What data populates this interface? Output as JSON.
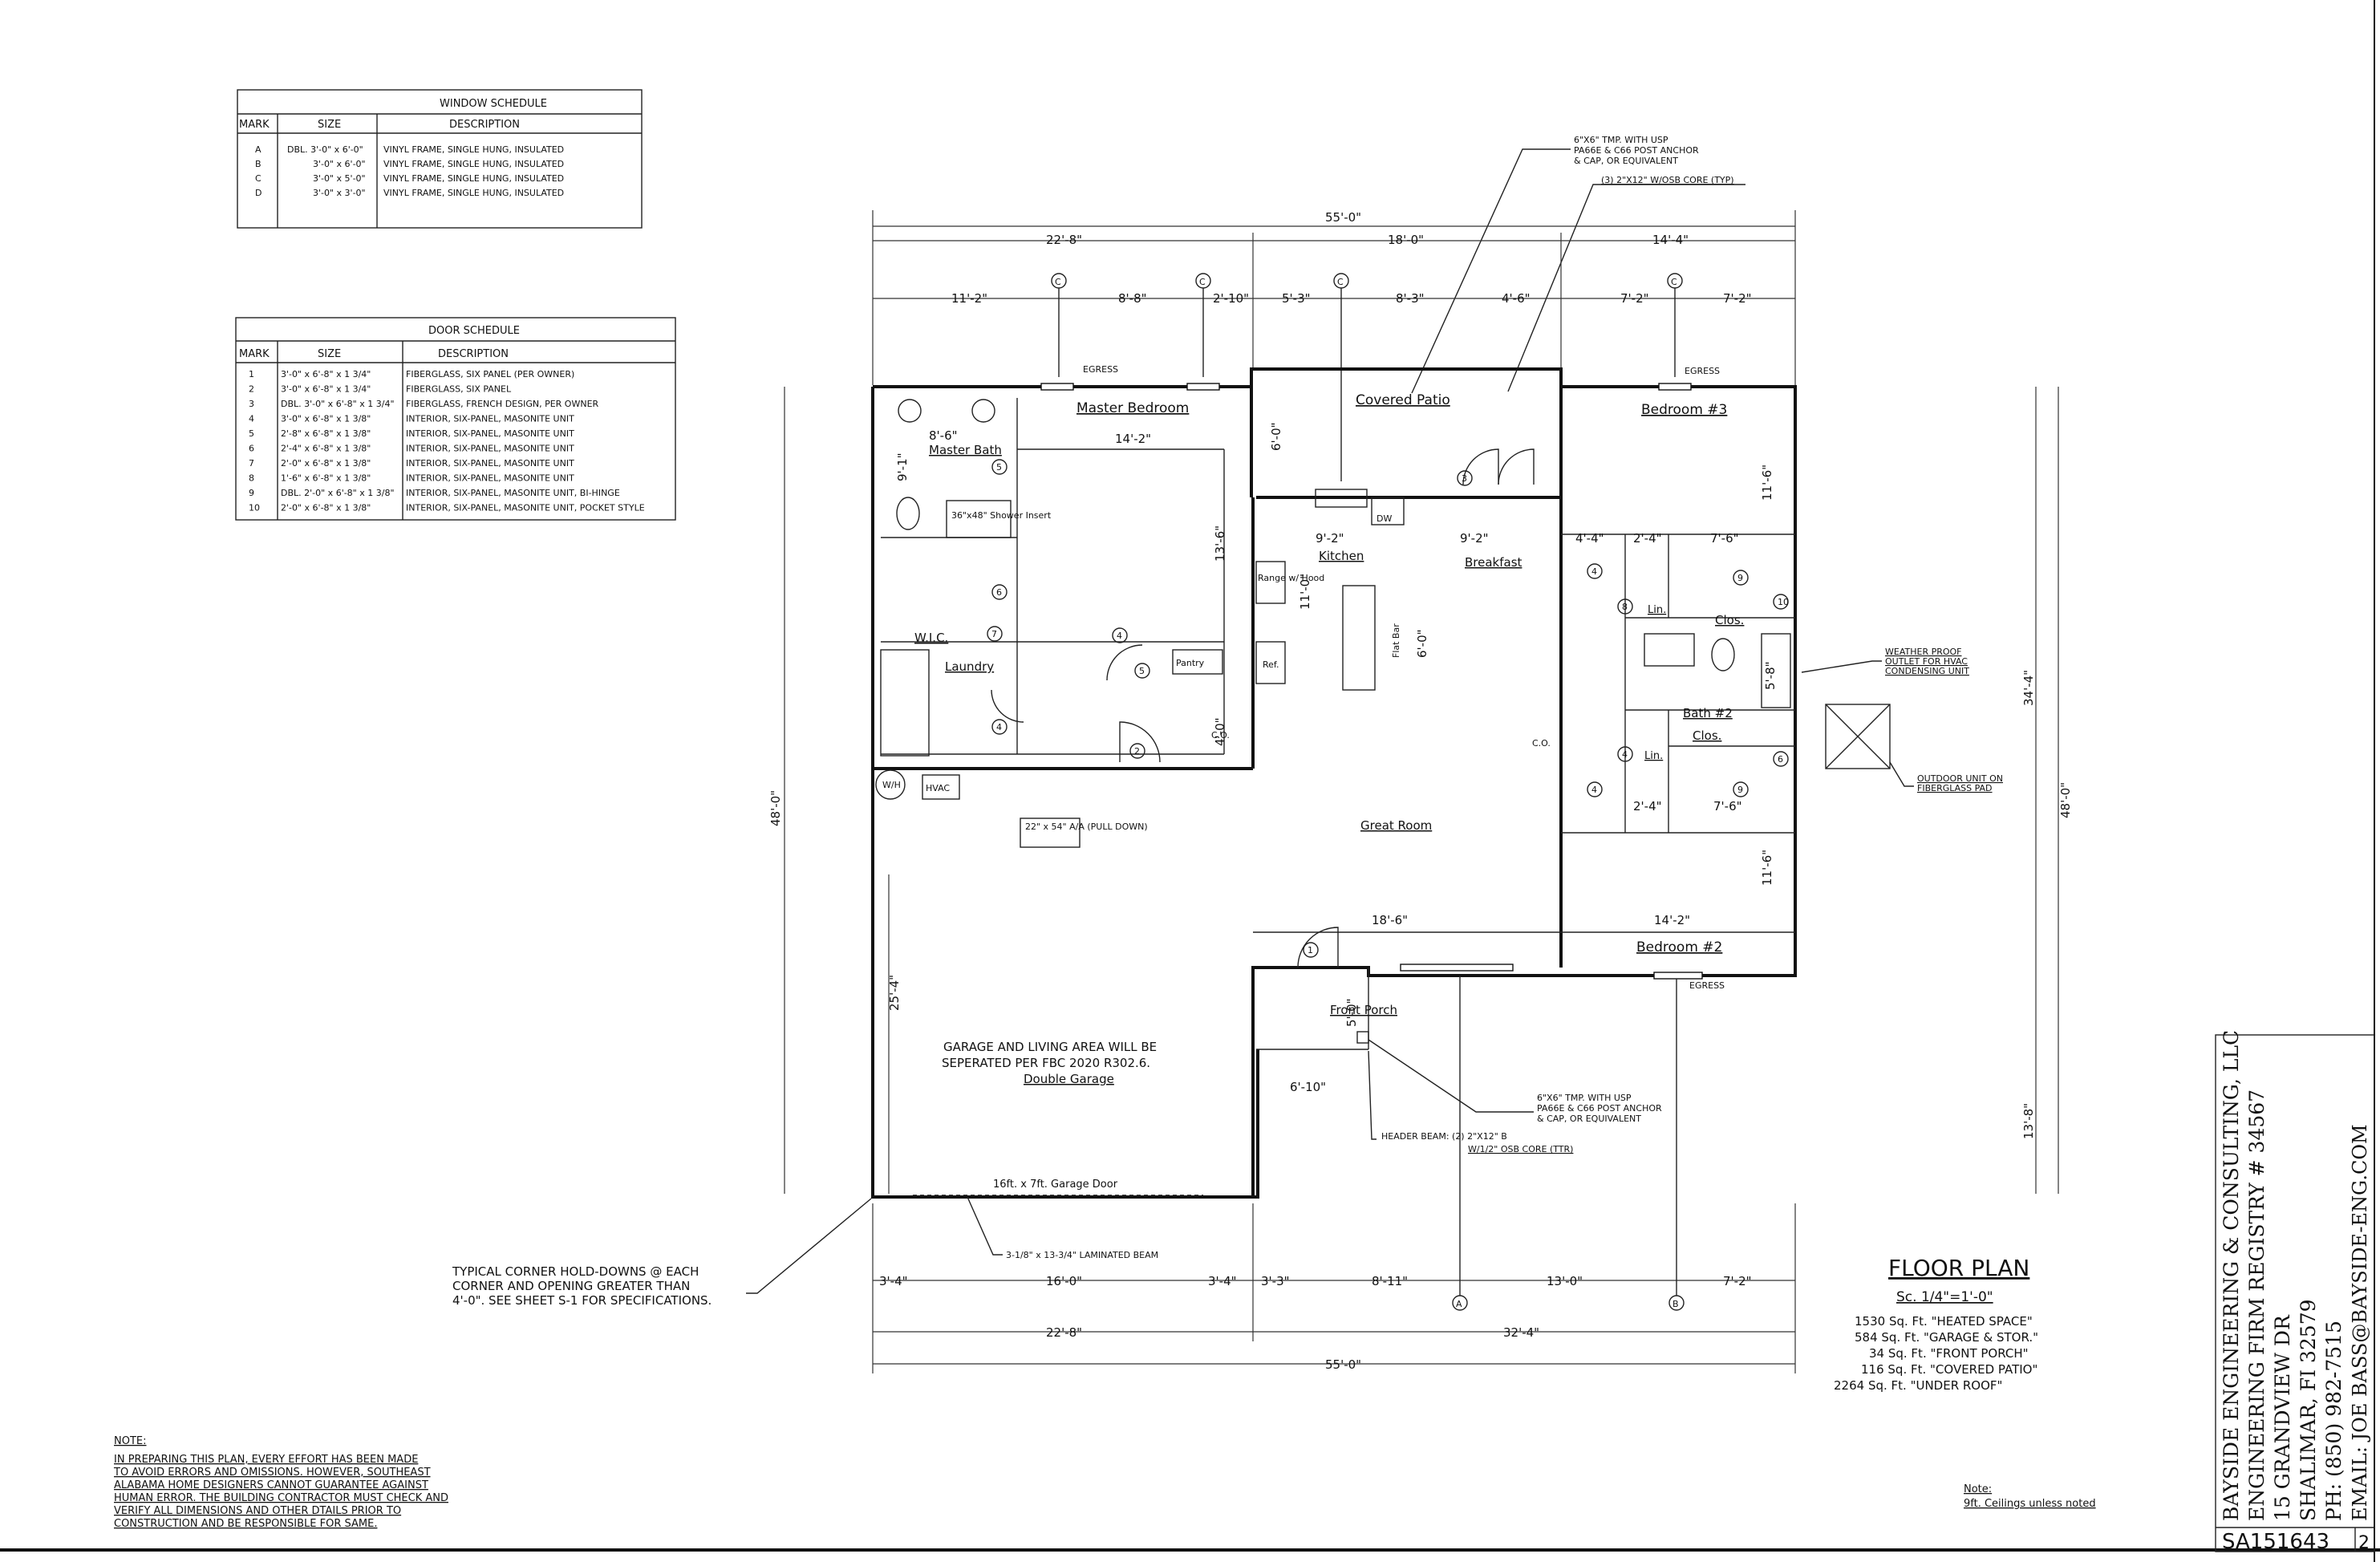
{
  "window_schedule": {
    "title": "WINDOW SCHEDULE",
    "headers": [
      "MARK",
      "SIZE",
      "DESCRIPTION"
    ],
    "rows": [
      [
        "A",
        "DBL. 3'-0\" x 6'-0\"",
        "VINYL FRAME, SINGLE HUNG, INSULATED"
      ],
      [
        "B",
        "3'-0\" x 6'-0\"",
        "VINYL FRAME, SINGLE HUNG, INSULATED"
      ],
      [
        "C",
        "3'-0\" x 5'-0\"",
        "VINYL FRAME, SINGLE HUNG, INSULATED"
      ],
      [
        "D",
        "3'-0\" x 3'-0\"",
        "VINYL FRAME, SINGLE HUNG, INSULATED"
      ]
    ]
  },
  "door_schedule": {
    "title": "DOOR SCHEDULE",
    "headers": [
      "MARK",
      "SIZE",
      "DESCRIPTION"
    ],
    "rows": [
      [
        "1",
        "3'-0\" x 6'-8\" x 1 3/4\"",
        "FIBERGLASS, SIX PANEL (PER OWNER)"
      ],
      [
        "2",
        "3'-0\" x 6'-8\" x 1 3/4\"",
        "FIBERGLASS, SIX PANEL"
      ],
      [
        "3",
        "DBL. 3'-0\" x 6'-8\" x 1 3/4\"",
        "FIBERGLASS, FRENCH DESIGN, PER OWNER"
      ],
      [
        "4",
        "3'-0\" x 6'-8\" x 1 3/8\"",
        "INTERIOR, SIX-PANEL, MASONITE UNIT"
      ],
      [
        "5",
        "2'-8\" x 6'-8\" x 1 3/8\"",
        "INTERIOR, SIX-PANEL, MASONITE UNIT"
      ],
      [
        "6",
        "2'-4\" x 6'-8\" x 1 3/8\"",
        "INTERIOR, SIX-PANEL, MASONITE UNIT"
      ],
      [
        "7",
        "2'-0\" x 6'-8\" x 1 3/8\"",
        "INTERIOR, SIX-PANEL, MASONITE UNIT"
      ],
      [
        "8",
        "1'-6\" x 6'-8\" x 1 3/8\"",
        "INTERIOR, SIX-PANEL, MASONITE UNIT"
      ],
      [
        "9",
        "DBL. 2'-0\" x 6'-8\" x 1 3/8\"",
        "INTERIOR, SIX-PANEL, MASONITE UNIT, BI-HINGE"
      ],
      [
        "10",
        "2'-0\" x 6'-8\" x 1 3/8\"",
        "INTERIOR, SIX-PANEL, MASONITE UNIT, POCKET STYLE"
      ]
    ]
  },
  "rooms": {
    "master_bedroom": "Master Bedroom",
    "master_bath": "Master Bath",
    "shower": "36\"x48\" Shower Insert",
    "wic": "W.I.C.",
    "laundry": "Laundry",
    "pantry": "Pantry",
    "covered_patio": "Covered Patio",
    "kitchen": "Kitchen",
    "breakfast": "Breakfast",
    "great_room": "Great Room",
    "bedroom3": "Bedroom #3",
    "bedroom2": "Bedroom #2",
    "bath2": "Bath #2",
    "clos": "Clos.",
    "lin": "Lin.",
    "hvac": "HVAC",
    "wh": "W/H",
    "front_porch": "Front Porch",
    "double_garage": "Double Garage",
    "attic": "22\" x 54\" A/A (PULL DOWN)",
    "flat_bar": "Flat Bar",
    "dw": "DW",
    "ref": "Ref.",
    "range": "Range w/ Hood",
    "co": "C.O."
  },
  "labels": {
    "egress": "EGRESS",
    "post_note": [
      "6\"X6\" TMP. WITH USP",
      "PA66E & C66 POST ANCHOR",
      "& CAP, OR EQUIVALENT"
    ],
    "beam_note": "(3) 2\"X12\" W/OSB CORE (TYP)",
    "post_note2": [
      "6\"X6\" TMP. WITH USP",
      "PA66E & C66 POST ANCHOR",
      "& CAP, OR EQUIVALENT"
    ],
    "header_beam": [
      "HEADER BEAM: (2) 2\"X12\" B",
      "W/1/2\" OSB CORE (TTR)"
    ],
    "garage_note": [
      "GARAGE AND LIVING AREA WILL BE",
      "SEPERATED PER FBC 2020 R302.6."
    ],
    "garage_door": "16ft. x 7ft. Garage Door",
    "lam_beam": "3-1/8\" x 13-3/4\" LAMINATED BEAM",
    "holddown": [
      "TYPICAL CORNER HOLD-DOWNS @ EACH",
      "CORNER AND OPENING GREATER THAN",
      "4'-0\". SEE SHEET S-1 FOR SPECIFICATIONS."
    ],
    "weatherproof": [
      "WEATHER PROOF",
      "OUTLET FOR HVAC",
      "CONDENSING UNIT"
    ],
    "outdoor_unit": [
      "OUTDOOR UNIT ON",
      "FIBERGLASS PAD"
    ],
    "dim_6_0": "6'-0\"",
    "dim_9_1": "9'-1\"",
    "dim_8_6": "8'-6\""
  },
  "dimensions": {
    "top_overall": "55'-0\"",
    "top_row2": [
      "22'-8\"",
      "18'-0\"",
      "14'-4\""
    ],
    "top_row3": [
      "11'-2\"",
      "8'-8\"",
      "2'-10\"",
      "5'-3\"",
      "8'-3\"",
      "4'-6\"",
      "7'-2\"",
      "7'-2\""
    ],
    "bottom_row1": [
      "3'-4\"",
      "16'-0\"",
      "3'-4\"",
      "3'-3\"",
      "8'-11\"",
      "13'-0\"",
      "7'-2\""
    ],
    "bottom_row2": [
      "22'-8\"",
      "32'-4\""
    ],
    "bottom_overall": "55'-0\"",
    "left_overall": "48'-0\"",
    "left_garage": "25'-4\"",
    "right_overall": "48'-0\"",
    "right_upper": "34'-4\"",
    "right_lower": "13'-8\"",
    "interior": [
      "14'-2\"",
      "9'-2\"",
      "9'-2\"",
      "4'-4\"",
      "2'-4\"",
      "7'-6\"",
      "18'-6\"",
      "14'-2\"",
      "11'-6\"",
      "11'-6\"",
      "13'-6\"",
      "2'-4\"",
      "7'-6\"",
      "5'-0\"",
      "6'-10\"",
      "11'-0\"",
      "5'-8\"",
      "4'-0\""
    ]
  },
  "floor_plan": {
    "title": "FLOOR PLAN",
    "scale": "Sc. 1/4\"=1'-0\"",
    "areas": [
      "1530 Sq. Ft. \"HEATED SPACE\"",
      "584 Sq. Ft. \"GARAGE & STOR.\"",
      "34 Sq. Ft. \"FRONT PORCH\"",
      "116 Sq. Ft. \"COVERED PATIO\"",
      "2264 Sq. Ft. \"UNDER ROOF\""
    ]
  },
  "note": {
    "title": "NOTE:",
    "lines": [
      "IN PREPARING THIS PLAN, EVERY EFFORT HAS BEEN MADE",
      "TO AVOID ERRORS AND OMISSIONS. HOWEVER, SOUTHEAST",
      "ALABAMA HOME DESIGNERS CANNOT GUARANTEE AGAINST",
      "HUMAN ERROR. THE BUILDING CONTRACTOR MUST CHECK AND",
      "VERIFY ALL DIMENSIONS AND OTHER DTAILS PRIOR TO",
      "CONSTRUCTION AND BE RESPONSIBLE FOR SAME."
    ]
  },
  "ceiling_note": {
    "title": "Note:",
    "text": "9ft. Ceilings unless noted"
  },
  "title_block": {
    "lines": [
      "BAYSIDE ENGINEERING & CONSULTING, LLC",
      "ENGINEERING FIRM REGISTRY # 34567",
      "15 GRANDVIEW DR",
      "SHALIMAR, FI 32579",
      "PH: (850) 982-7515",
      "EMAIL: JOE BASS@BAYSIDE-ENG.COM"
    ],
    "drawing_no": "SA151643",
    "sheet": "2"
  },
  "window_marks": [
    "C",
    "C",
    "C",
    "C",
    "A",
    "B"
  ],
  "door_marks": [
    "1",
    "2",
    "3",
    "4",
    "4",
    "4",
    "5",
    "5",
    "6",
    "7",
    "8",
    "9",
    "10",
    "4",
    "4",
    "9",
    "6"
  ]
}
